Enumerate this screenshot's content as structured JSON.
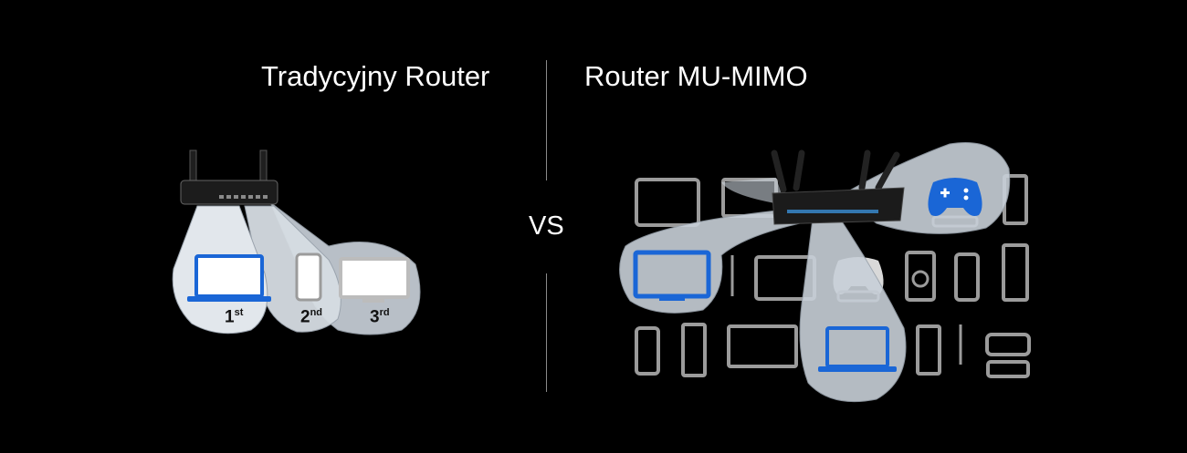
{
  "left": {
    "title": "Tradycyjny Router",
    "ordinals": [
      {
        "n": "1",
        "suffix": "st"
      },
      {
        "n": "2",
        "suffix": "nd"
      },
      {
        "n": "3",
        "suffix": "rd"
      }
    ]
  },
  "vs_label": "VS",
  "right": {
    "title": "Router MU-MIMO"
  },
  "colors": {
    "beam": "#c8d0d8",
    "device_grey": "#9b9b9b",
    "accent_blue": "#1a66d6",
    "background": "#000000"
  },
  "icons": [
    "router-icon",
    "laptop-icon",
    "phone-icon",
    "monitor-icon",
    "tablet-icon",
    "gamepad-icon",
    "tv-icon",
    "speaker-icon",
    "tower-pc-icon",
    "power-outlet-icon",
    "usb-adapter-icon",
    "external-drive-icon",
    "usb-stick-icon"
  ]
}
